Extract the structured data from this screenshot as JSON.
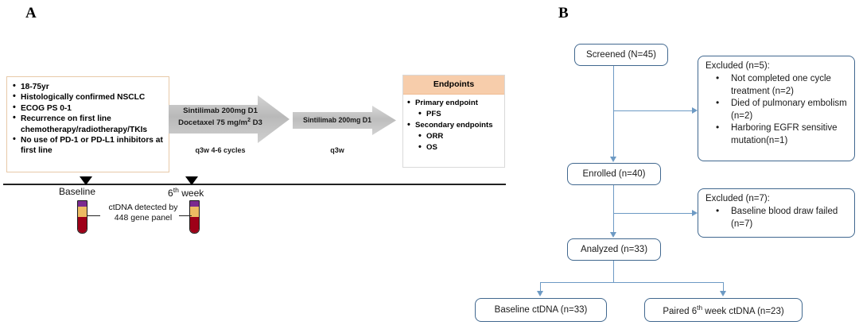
{
  "figure": {
    "panel_a_label": "A",
    "panel_b_label": "B"
  },
  "panel_a": {
    "criteria": [
      "18-75yr",
      "Histologically confirmed NSCLC",
      "ECOG PS 0-1",
      "Recurrence on first line chemotherapy/radiotherapy/TKIs",
      "No use of PD-1 or PD-L1 inhibitors at first line"
    ],
    "arrow_1": {
      "line_1": "Sintilimab 200mg D1",
      "line_2_pre": "Docetaxel 75 mg/m",
      "line_2_sup": "2",
      "line_2_post": " D3",
      "schedule": "q3w 4-6 cycles"
    },
    "arrow_2": {
      "line_1": "Sintilimab 200mg D1",
      "schedule": "q3w"
    },
    "endpoints": {
      "header": "Endpoints",
      "items": [
        {
          "label": "Primary endpoint",
          "level": 0
        },
        {
          "label": "PFS",
          "level": 1
        },
        {
          "label": "Secondary endpoints",
          "level": 0
        },
        {
          "label": "ORR",
          "level": 1
        },
        {
          "label": "OS",
          "level": 1
        }
      ]
    },
    "timeline": {
      "baseline_label": "Baseline",
      "week6_label_pre": "6",
      "week6_label_sup": "th",
      "week6_label_post": " week",
      "ctdna_caption_line1": "ctDNA detected by",
      "ctdna_caption_line2": "448 gene panel"
    }
  },
  "panel_b": {
    "screened": "Screened (N=45)",
    "enrolled": "Enrolled (n=40)",
    "analyzed": "Analyzed (n=33)",
    "baseline_ctdna": "Baseline ctDNA (n=33)",
    "paired_ctdna_pre": "Paired 6",
    "paired_ctdna_sup": "th",
    "paired_ctdna_post": " week  ctDNA (n=23)",
    "excluded_1": {
      "title": "Excluded (n=5):",
      "items": [
        "Not completed one cycle treatment (n=2)",
        "Died of pulmonary embolism (n=2)",
        "Harboring EGFR sensitive mutation(n=1)"
      ]
    },
    "excluded_2": {
      "title": "Excluded (n=7):",
      "items": [
        "Baseline blood draw failed (n=7)"
      ]
    }
  },
  "colors": {
    "endpoints_header": "#f7cdab",
    "criteria_border": "#e8c9a8",
    "flow_border": "#41688f",
    "flow_connector": "#6d9ac4",
    "tube_cap": "#7b2a8f",
    "tube_plasma": "#edbb63",
    "tube_blood": "#9e0018"
  }
}
